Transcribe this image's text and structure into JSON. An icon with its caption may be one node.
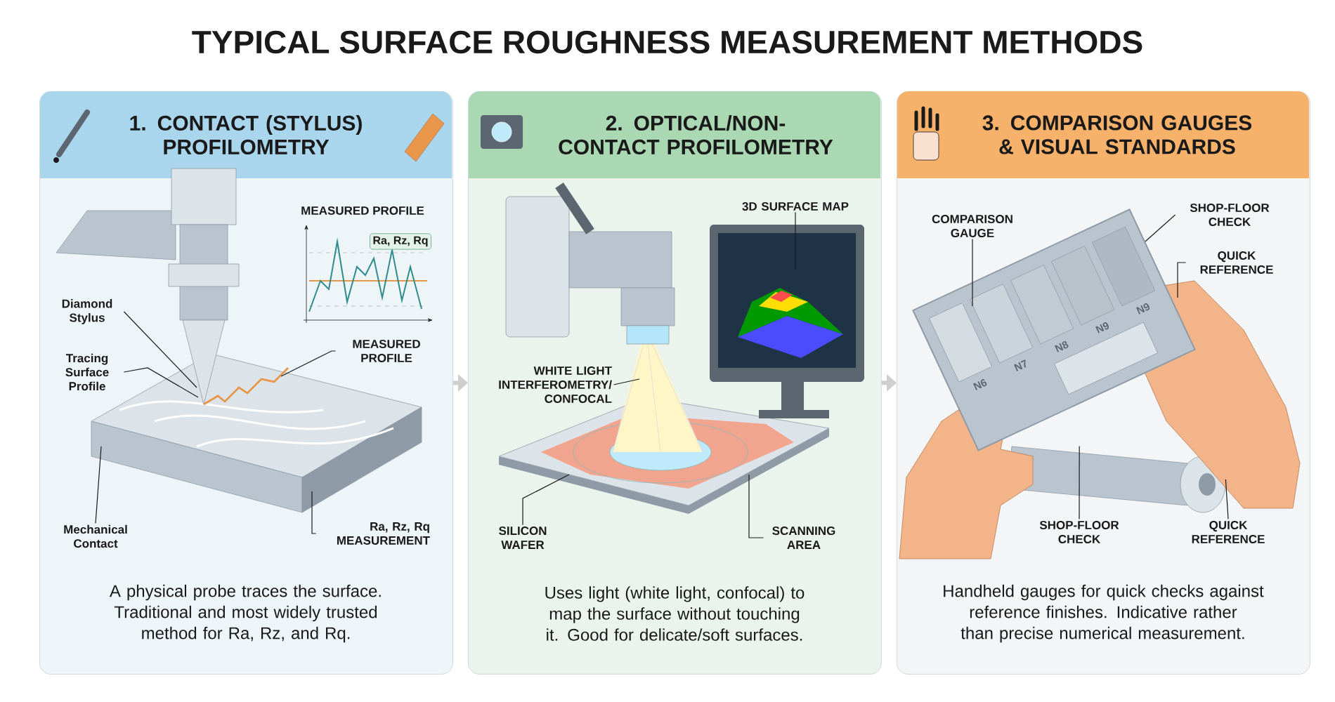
{
  "diagram": {
    "title": "TYPICAL SURFACE ROUGHNESS MEASUREMENT METHODS",
    "nodes": [
      {
        "text": [
          "1. CONTACT (STYLUS) PROFILOMETRY",
          "A physical probe traces the surface. Traditional and most widely trusted method for Ra, Rz, and Rq."
        ]
      },
      {
        "text": [
          "2. OPTICAL/NON-CONTACT PROFILOMETRY",
          "Uses light (white light, confocal) to map the surface without touching it. Good for delicate/soft surfaces."
        ]
      },
      {
        "text": [
          "3. COMPARISON GAUGES & VISUAL STANDARDS",
          "Handheld gauges for quick checks against reference finishes. Indicative rather than precise numerical measurement."
        ]
      },
      {
        "text": [
          "Ra, Rz, Rq"
        ],
        "in": 0
      },
      {
        "text": [
          "Diamond Stylus"
        ],
        "in": 0
      },
      {
        "text": [
          "Tracing Surface Profile"
        ],
        "in": 0
      },
      {
        "text": [
          "MEASURED PROFILE"
        ],
        "in": 0
      },
      {
        "text": [
          "Mechanical Contact"
        ],
        "in": 0
      },
      {
        "text": [
          "Ra, Rz, Rq MEASUREMENT"
        ],
        "in": 0
      },
      {
        "text": [
          "WHITE LIGHT INTERFEROMETRY/ CONFOCAL"
        ],
        "in": 1
      },
      {
        "text": [
          "3D SURFACE MAP"
        ],
        "in": 1
      },
      {
        "text": [
          "SILICON WAFER"
        ],
        "in": 1
      },
      {
        "text": [
          "SCANNING AREA"
        ],
        "in": 1
      },
      {
        "text": [
          "COMPARISON GAUGE"
        ],
        "in": 2
      },
      {
        "text": [
          "SHOP-FLOOR CHECK"
        ],
        "in": 2
      },
      {
        "text": [
          "QUICK REFERENCE"
        ],
        "in": 2
      },
      {
        "text": [
          "SHOP-FLOOR CHECK"
        ],
        "in": 2
      },
      {
        "text": [
          "QUICK REFERENCE"
        ],
        "in": 2
      },
      {
        "text": [],
        "shape": "picture",
        "in": 2
      }
    ],
    "edges": [
      {
        "from": 0,
        "to": 1,
        "arrow": "to",
        "style": "thick",
        "color": "#cfcfcf"
      },
      {
        "from": 1,
        "to": 2,
        "arrow": "to",
        "style": "thick",
        "color": "#cfcfcf"
      },
      {
        "from": 4,
        "to": null,
        "arrow": "none"
      },
      {
        "from": 5,
        "to": null,
        "arrow": "none"
      },
      {
        "from": 6,
        "to": null,
        "arrow": "none"
      },
      {
        "from": 7,
        "to": null,
        "arrow": "none"
      },
      {
        "from": 8,
        "to": null,
        "arrow": "none"
      },
      {
        "from": 9,
        "to": null,
        "arrow": "none"
      },
      {
        "from": 10,
        "to": null,
        "arrow": "none"
      },
      {
        "from": 11,
        "to": null,
        "arrow": "none"
      },
      {
        "from": 12,
        "to": null,
        "arrow": "none"
      },
      {
        "from": 13,
        "to": null,
        "arrow": "none"
      },
      {
        "from": 14,
        "to": null,
        "arrow": "none"
      },
      {
        "from": 15,
        "to": null,
        "arrow": "none"
      },
      {
        "from": 16,
        "to": 18,
        "arrow": "none"
      },
      {
        "from": 17,
        "to": 18,
        "arrow": "none"
      }
    ],
    "labels": [
      "MEASURED PROFILE",
      "N6",
      "N7",
      "N8",
      "N9",
      "N9"
    ]
  }
}
